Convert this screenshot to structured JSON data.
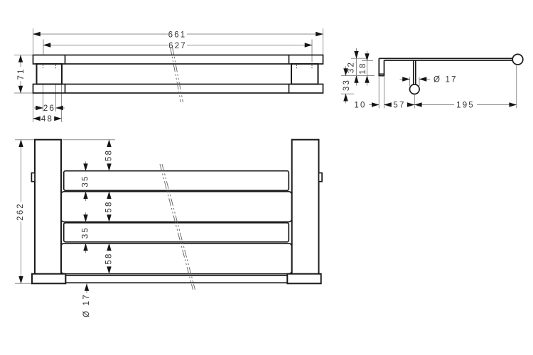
{
  "drawing": {
    "type": "technical-dimension-drawing",
    "views": {
      "front": {
        "name": "front-elevation",
        "dims": {
          "overall_width": "661",
          "inner_width": "627",
          "overall_height": "71",
          "hole_spacing": "26",
          "bracket_width": "48"
        }
      },
      "side": {
        "name": "side-profile",
        "dims": {
          "plate_height": "32",
          "inner_height": "18",
          "bar_drop": "33",
          "plate_depth": "10",
          "bar_offset": "57",
          "arm_reach": "195",
          "bar_diameter": "Ø 17"
        }
      },
      "plan": {
        "name": "top-plan",
        "dims": {
          "overall_depth": "262",
          "sections": [
            "58",
            "35",
            "58",
            "35",
            "58"
          ],
          "bar_diameter": "Ø 17"
        }
      }
    },
    "colors": {
      "outline": "#1a1a1a",
      "dimension_lines": "#8f8f8f",
      "text": "#333333",
      "background": "#ffffff"
    }
  }
}
